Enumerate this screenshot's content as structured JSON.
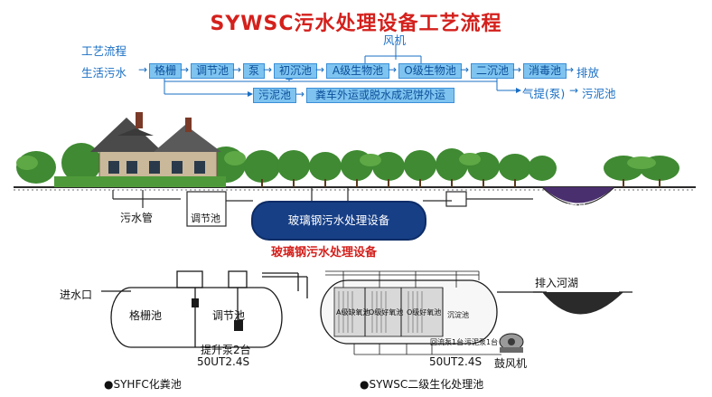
{
  "title": "SYWSC污水处理设备工艺流程",
  "process": {
    "label": "工艺流程",
    "fan": "风机",
    "start": "生活污水",
    "steps": [
      "格栅",
      "调节池",
      "泵",
      "初沉池",
      "A级生物池",
      "O级生物池",
      "二沉池",
      "消毒池"
    ],
    "end": "排放",
    "sludge_tank": "污泥池",
    "sludge_disposal": "粪车外运或脱水成泥饼外运",
    "airlift": "气提(泵)",
    "airlift_target": "污泥池"
  },
  "scene": {
    "sewer_pipe": "污水管",
    "regulating_tank": "调节池",
    "equipment": "玻璃钢污水处理设备",
    "river": "河流"
  },
  "section_caption": "玻璃钢污水处理设备",
  "lower": {
    "inlet": "进水口",
    "grid_tank": "格栅池",
    "reg_tank": "调节池",
    "lift_pump": "提升泵2台",
    "pump_model_left": "50UT2.4S",
    "a_tank": "A级缺氧池",
    "o_tank_1": "O级好氧池",
    "o_tank_2": "O级好氧池",
    "settling": "沉淀池",
    "return_pump": "回流泵1台",
    "sludge_pump": "污泥泵1台",
    "pump_model_right": "50UT2.4S",
    "blower": "鼓风机",
    "discharge": "排入河湖",
    "legend_left": "●SYHFC化粪池",
    "legend_right": "●SYWSC二级生化处理池"
  }
}
